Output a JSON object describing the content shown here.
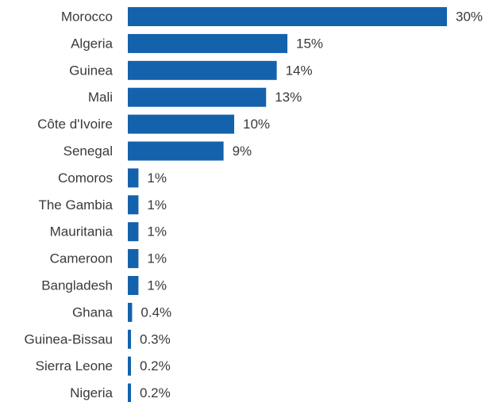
{
  "chart_data": {
    "type": "bar",
    "orientation": "horizontal",
    "title": "",
    "xlabel": "",
    "ylabel": "",
    "categories": [
      "Morocco",
      "Algeria",
      "Guinea",
      "Mali",
      "Côte d'Ivoire",
      "Senegal",
      "Comoros",
      "The Gambia",
      "Mauritania",
      "Cameroon",
      "Bangladesh",
      "Ghana",
      "Guinea-Bissau",
      "Sierra Leone",
      "Nigeria"
    ],
    "values": [
      30,
      15,
      14,
      13,
      10,
      9,
      1,
      1,
      1,
      1,
      1,
      0.4,
      0.3,
      0.2,
      0.2
    ],
    "value_labels": [
      "30%",
      "15%",
      "14%",
      "13%",
      "10%",
      "9%",
      "1%",
      "1%",
      "1%",
      "1%",
      "1%",
      "0.4%",
      "0.3%",
      "0.2%",
      "0.2%"
    ],
    "xlim": [
      0,
      30
    ],
    "grid": false,
    "legend": "none",
    "bar_color": "#1462ab",
    "label_color": "#3a3a3a"
  }
}
